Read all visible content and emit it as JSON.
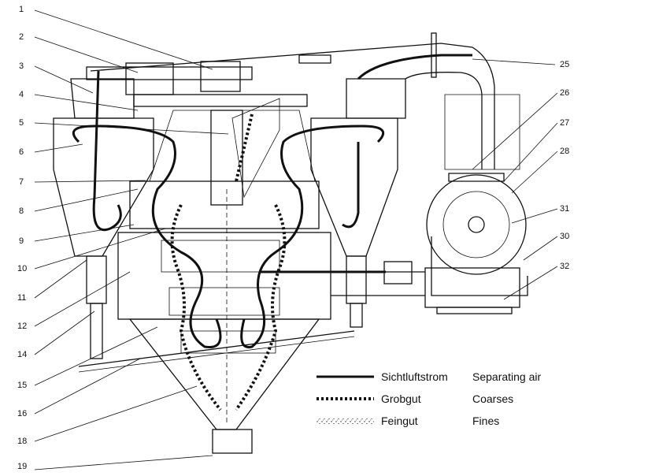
{
  "callouts_left": [
    "1",
    "2",
    "3",
    "4",
    "5",
    "6",
    "7",
    "8",
    "9",
    "10",
    "11",
    "12",
    "14",
    "15",
    "16",
    "18",
    "19"
  ],
  "callouts_right": [
    "25",
    "26",
    "27",
    "28",
    "31",
    "30",
    "32"
  ],
  "legend": [
    {
      "de": "Sichtluftstrom",
      "en": "Separating air",
      "style": "solid"
    },
    {
      "de": "Grobgut",
      "en": "Coarses",
      "style": "dotted"
    },
    {
      "de": "Feingut",
      "en": "Fines",
      "style": "stipple"
    }
  ],
  "colors": {
    "ink": "#111111",
    "background": "#ffffff"
  }
}
